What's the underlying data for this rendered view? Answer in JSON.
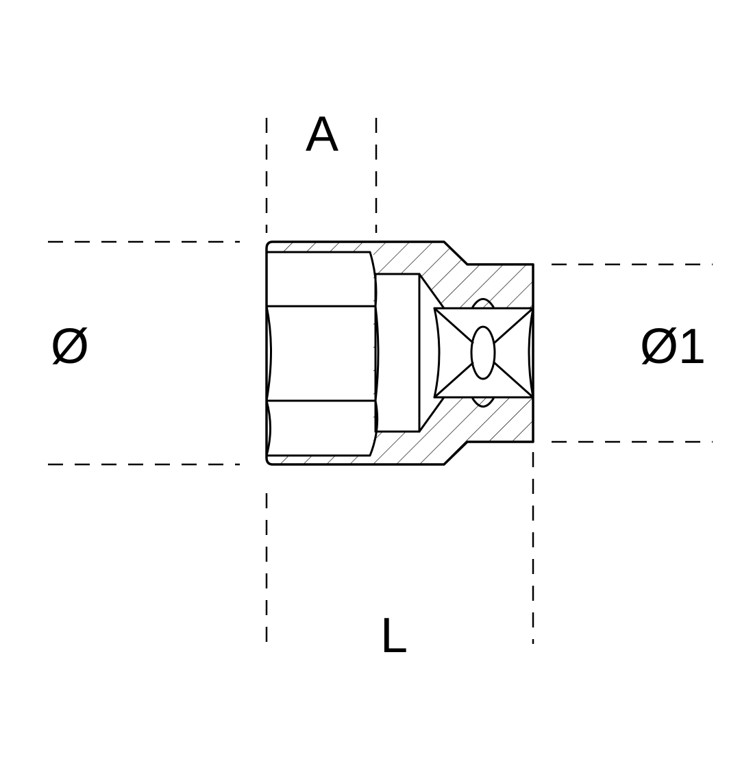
{
  "labels": {
    "a": "A",
    "diameter": "Ø",
    "diameter_1": "Ø1",
    "l": "L"
  },
  "colors": {
    "line": "#000000",
    "background": "#ffffff"
  }
}
